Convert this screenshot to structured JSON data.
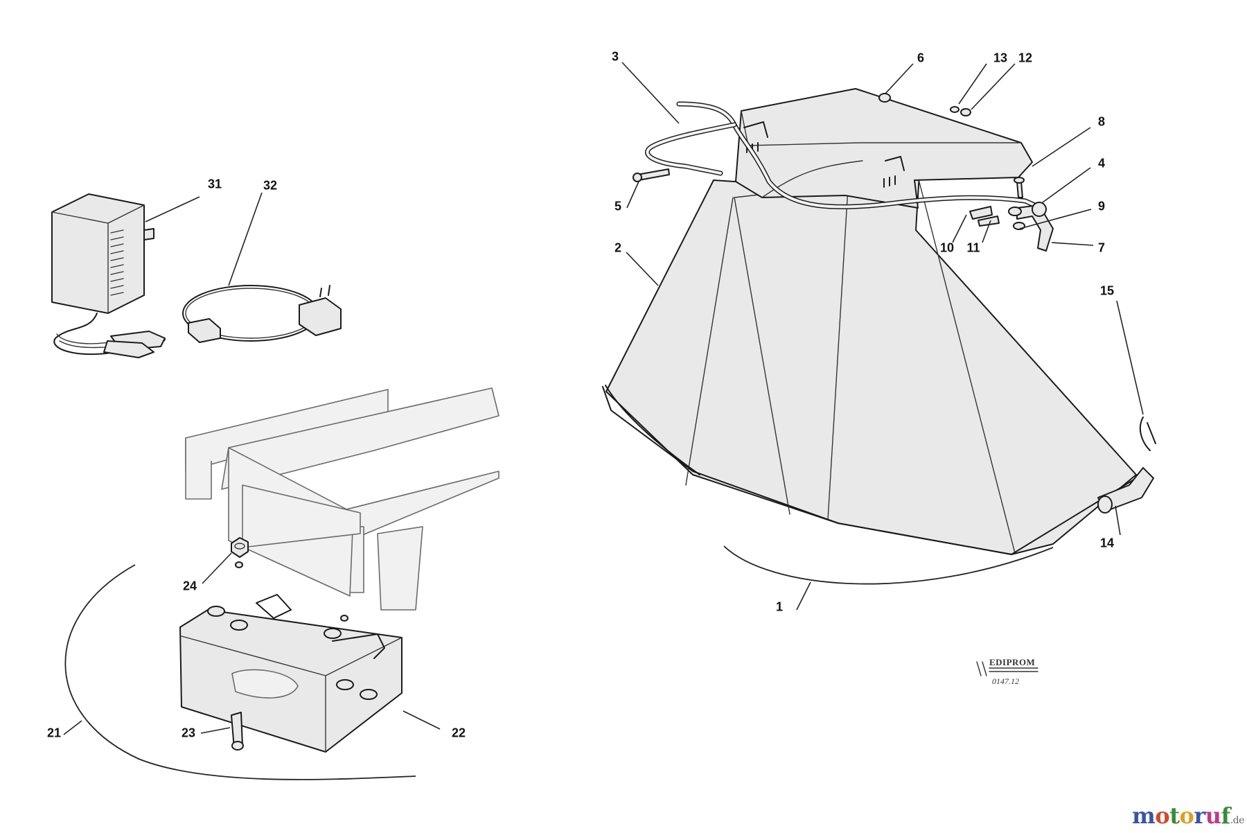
{
  "callouts": {
    "c1": "1",
    "c2": "2",
    "c3": "3",
    "c4": "4",
    "c5": "5",
    "c6": "6",
    "c7": "7",
    "c8": "8",
    "c9": "9",
    "c10": "10",
    "c11": "11",
    "c12": "12",
    "c13": "13",
    "c14": "14",
    "c15": "15",
    "c21": "21",
    "c22": "22",
    "c23": "23",
    "c24": "24",
    "c31": "31",
    "c32": "32"
  },
  "stamp": {
    "brand": "EDIPROM",
    "code": "0147.12"
  },
  "watermark": {
    "brand": "motoruf",
    "tld": ".de",
    "colors": [
      "#3a55a3",
      "#d24a2a",
      "#3a8a3a",
      "#e0a020",
      "#3a55a3",
      "#c03a8a",
      "#3a8a3a"
    ]
  }
}
